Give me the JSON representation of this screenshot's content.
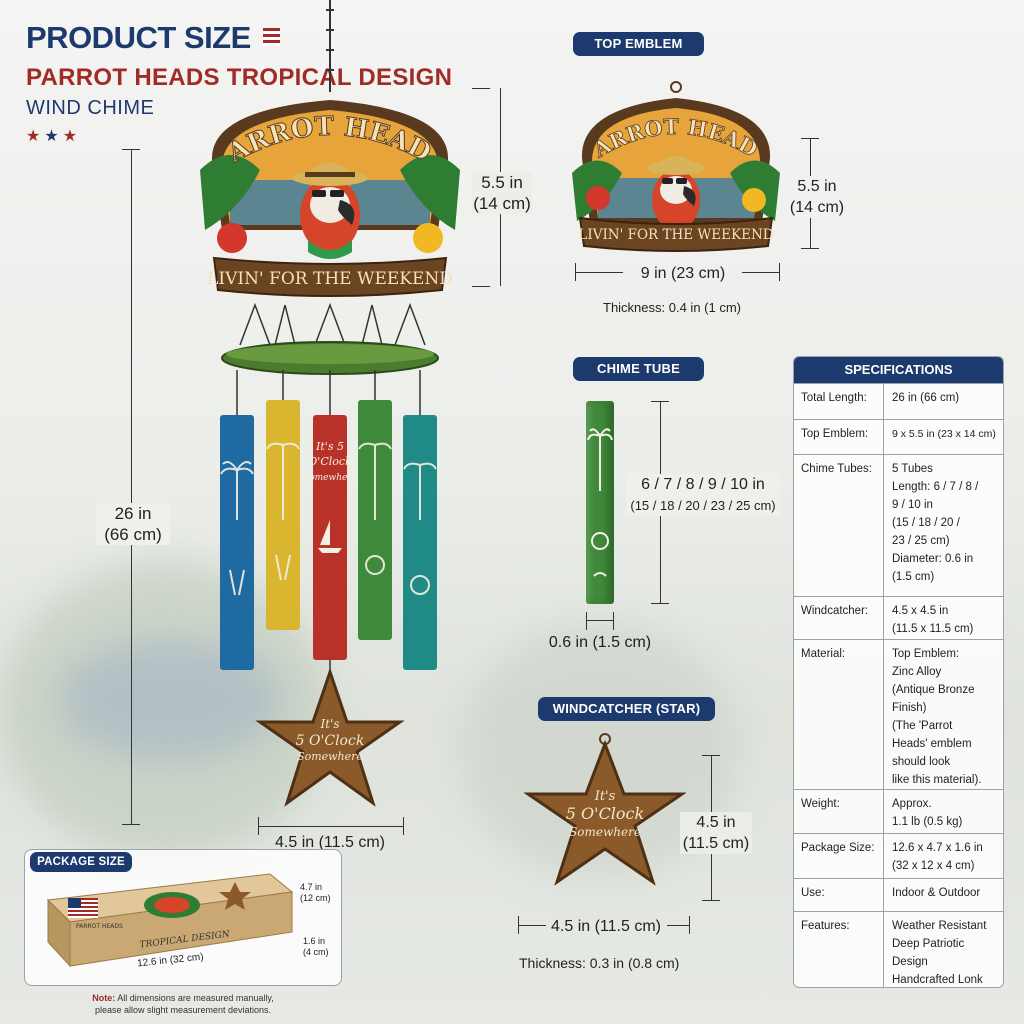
{
  "header": {
    "title": "PRODUCT SIZE",
    "subtitle": "PARROT HEADS TROPICAL DESIGN",
    "product": "WIND CHIME",
    "stars": "★ ★ ★"
  },
  "main_chime": {
    "emblem_title": "PARROT HEADS",
    "emblem_banner": "LIVIN' FOR THE WEEKEND",
    "tube_text_1": "It's 5",
    "tube_text_2": "O'Clock",
    "tube_text_3": "Somewhere",
    "star_text_1": "It's",
    "star_text_2": "5 O'Clock",
    "star_text_3": "Somewhere",
    "dim_total_1": "26 in",
    "dim_total_2": "(66 cm)",
    "dim_emblem_h_1": "5.5 in",
    "dim_emblem_h_2": "(14 cm)",
    "dim_star_w": "4.5 in (11.5 cm)"
  },
  "top_emblem": {
    "label": "TOP EMBLEM",
    "title": "PARROT HEADS",
    "banner": "LIVIN' FOR THE WEEKEND",
    "height_1": "5.5 in",
    "height_2": "(14 cm)",
    "width": "9 in (23 cm)",
    "thickness": "Thickness: 0.4 in (1 cm)"
  },
  "chime_tube": {
    "label": "CHIME TUBE",
    "length_1": "6 / 7 / 8 / 9 / 10 in",
    "length_2": "(15 / 18 / 20 / 23 / 25 cm)",
    "diameter": "0.6 in (1.5 cm)"
  },
  "windcatcher": {
    "label": "WINDCATCHER (STAR)",
    "star_text_1": "It's",
    "star_text_2": "5 O'Clock",
    "star_text_3": "Somewhere",
    "height_1": "4.5 in",
    "height_2": "(11.5 cm)",
    "width": "4.5 in (11.5 cm)",
    "thickness": "Thickness: 0.3 in (0.8 cm)"
  },
  "package": {
    "label": "PACKAGE SIZE",
    "box_text": "TROPICAL DESIGN",
    "box_brand": "PARROT HEADS",
    "length": "12.6 in (32 cm)",
    "width_1": "4.7 in",
    "width_2": "(12 cm)",
    "height_1": "1.6 in",
    "height_2": "(4 cm)",
    "note_label": "Note:",
    "note_text": "All dimensions are measured manually,",
    "note_text_2": "please allow slight measurement deviations."
  },
  "specifications": {
    "title": "SPECIFICATIONS",
    "rows": [
      {
        "key": "Total Length:",
        "value": "26 in (66 cm)"
      },
      {
        "key": "Top Emblem:",
        "value": "9 x 5.5 in (23 x 14 cm)"
      },
      {
        "key": "Chime Tubes:",
        "value": "5 Tubes\nLength: 6 / 7 / 8 /\n9 / 10 in\n(15 / 18 / 20 /\n23 / 25 cm)\nDiameter: 0.6 in\n(1.5 cm)"
      },
      {
        "key": "Windcatcher:",
        "value": "4.5 x 4.5 in\n(11.5 x 11.5 cm)"
      },
      {
        "key": "Material:",
        "value": "Top Emblem:\nZinc Alloy\n(Antique Bronze\nFinish)\n(The 'Parrot\nHeads' emblem\nshould look\nlike this material)."
      },
      {
        "key": "Weight:",
        "value": "Approx.\n1.1 lb (0.5 kg)"
      },
      {
        "key": "Package Size:",
        "value": "12.6 x 4.7 x 1.6 in\n(32 x 12 x 4 cm)"
      },
      {
        "key": "Use:",
        "value": "Indoor & Outdoor"
      },
      {
        "key": "Features:",
        "value": "Weather Resistant\nDeep Patriotic\nDesign\nHandcrafted Lonk"
      }
    ]
  },
  "colors": {
    "navy": "#1d3a6e",
    "red": "#a12b27",
    "bronze": "#8a5a2b",
    "tube_blue": "#1f6aa0",
    "tube_yellow": "#d9b530",
    "tube_red": "#b8322a",
    "tube_green": "#3f8a3a",
    "tube_teal": "#1f8a86"
  }
}
